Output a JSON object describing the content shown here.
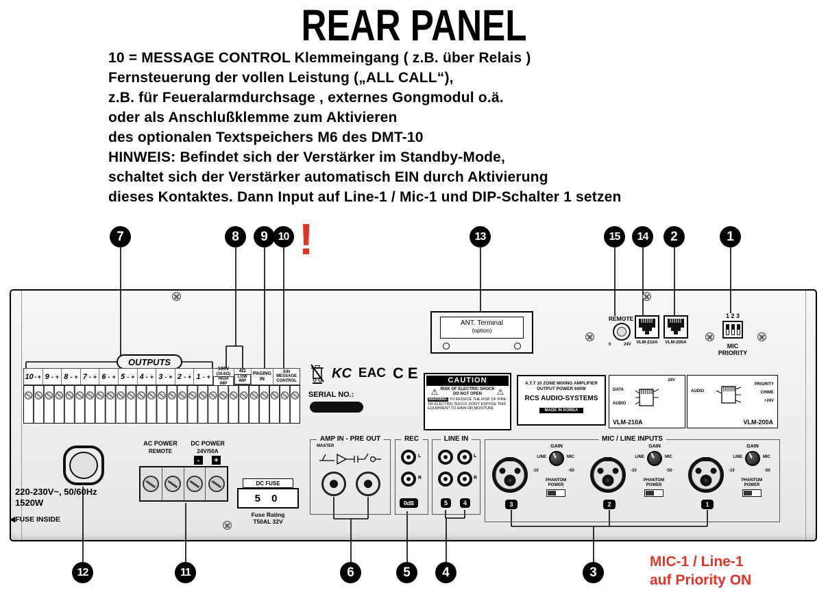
{
  "title": "REAR PANEL",
  "note_lines": [
    "10 = MESSAGE CONTROL Klemmeingang ( z.B. über Relais )",
    "Fernsteuerung der vollen Leistung („ALL CALL“),",
    "z.B. für Feueralarmdurchsage , externes Gongmodul o.ä.",
    "oder als Anschlußklemme zum Aktivieren",
    "des optionalen Textspeichers M6 des DMT-10",
    "HINWEIS: Befindet sich der Verstärker im Standby-Mode,",
    "schaltet sich der Verstärker automatisch EIN durch Aktivierung",
    "dieses Kontaktes. Dann Input auf Line-1 / Mic-1 und DIP-Schalter 1 setzen"
  ],
  "exclamation": "!",
  "red_note": {
    "line1": "MIC-1 / Line-1",
    "line2": "auf Priority ON"
  },
  "colors": {
    "accent_red": "#e2332b",
    "panel_gray": "#ededed"
  },
  "callouts": {
    "top": [
      "7",
      "8",
      "9",
      "10",
      "13",
      "15",
      "14",
      "2",
      "1"
    ],
    "bottom": [
      "12",
      "11",
      "6",
      "5",
      "4",
      "3"
    ]
  },
  "panel": {
    "outputs": {
      "label": "OUTPUTS",
      "terminals": [
        "10",
        "9",
        "8",
        "7",
        "6",
        "5",
        "4",
        "3",
        "2",
        "1"
      ],
      "minus": "-",
      "plus": "+"
    },
    "impedance": {
      "v100": "100V",
      "ohm166": "(16.6Ω)",
      "high": "HIGH IMP",
      "ohm4": "4Ω",
      "low": "LOW IMP"
    },
    "paging": {
      "l1": "PAGING",
      "l2": "IN"
    },
    "message": {
      "l1": "EIN",
      "l2": "MESSAGE",
      "l3": "CONTROL"
    },
    "serial_label": "SERIAL NO.:",
    "certs": {
      "kc": "KC",
      "eac": "EAC",
      "ce": "CE"
    },
    "caution": {
      "header": "CAUTION",
      "risk1": "RISK OF ELECTRIC SHOCK",
      "risk2": "DO NOT OPEN",
      "warn": "WARNING:",
      "warn_text": "TO REDUCE THE RISK OF FIRE OR ELECTRIC SHOCK DON'T EXPOSE THIS EQUIPMENT TO RAIN OR MOISTURE"
    },
    "spec": {
      "l1": "A.T.T 10 ZONE MIXING AMPLIFIER",
      "l2": "OUTPUT POWER 600W",
      "l3": "RCS AUDIO-SYSTEMS",
      "l4": "MADE IN KOREA"
    },
    "vlm210": {
      "v24": "24V",
      "data": "DATA",
      "audio": "AUDIO",
      "name": "VLM-210A"
    },
    "vlm200": {
      "audio": "AUDIO",
      "priority": "PRIORITY",
      "chime": "CHIME",
      "v24": "+24V",
      "name": "VLM-200A"
    },
    "ant": {
      "l1": "ANT. Terminal",
      "l2": "(option)"
    },
    "remote": {
      "label": "REMOTE",
      "p0": "0",
      "p24": "24V"
    },
    "rj45": {
      "left": "VLM-210A",
      "right": "VLM-200A"
    },
    "dip": {
      "numbers": "1 2 3",
      "l1": "MIC",
      "l2": "PRIORITY"
    },
    "amp": {
      "header": "AMP IN - PRE OUT",
      "master": "MASTER"
    },
    "rec": {
      "header": "REC",
      "left": "L",
      "right": "R",
      "db": "0dB"
    },
    "line_in": {
      "header": "LINE IN",
      "left": "L",
      "right": "R",
      "n5": "5",
      "n4": "4"
    },
    "mic": {
      "header": "MIC / LINE INPUTS",
      "gain": "GAIN",
      "line": "LINE",
      "mic": "MIC",
      "m10": "-10",
      "m50": "-50",
      "ph1": "PHANTOM",
      "ph2": "POWER",
      "channels": [
        "3",
        "2",
        "1"
      ]
    },
    "power": {
      "ac1": "AC POWER",
      "ac2": "REMOTE",
      "dc1": "DC POWER",
      "dc2": "24V/50A",
      "minus": "-",
      "plus": "+",
      "fuse_title": "DC FUSE",
      "fuse_value": "5 0",
      "rating1": "Fuse Rating",
      "rating2": "T50AL 32V",
      "mains1": "220-230V~, 50/60Hz",
      "mains2": "1520W",
      "fuse_inside": "◀FUSE INSIDE"
    }
  }
}
